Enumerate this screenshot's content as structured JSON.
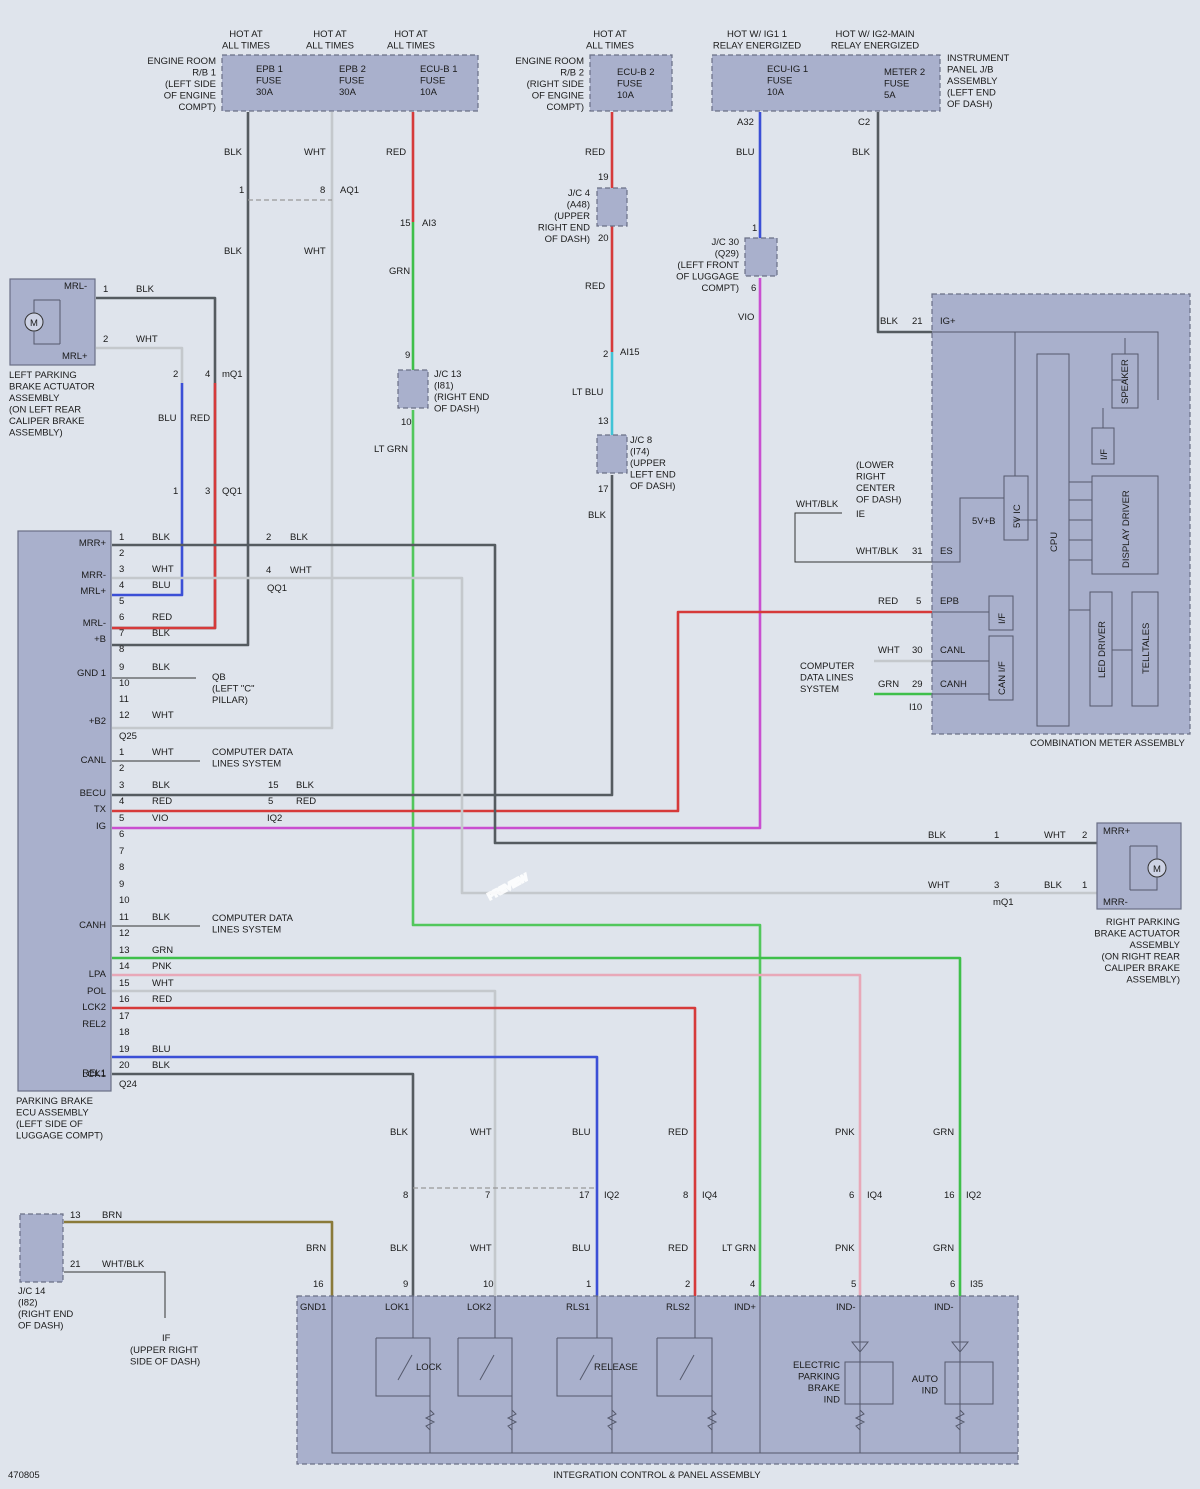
{
  "colors": {
    "BLK": "#555b60",
    "WHT": "#c4c8cc",
    "RED": "#d63a3a",
    "BLU": "#3b4fd6",
    "GRN": "#3fbf4a",
    "LTGRN": "#52c75c",
    "LTBLU": "#41c3d6",
    "VIO": "#c94fd0",
    "PNK": "#e8a8b8",
    "BRN": "#8a7a3a"
  },
  "doc_id": "470805",
  "watermark": "PREVIEW",
  "fuses_left": {
    "engine_rb1": "ENGINE ROOM|R/B 1|(LEFT SIDE|OF ENGINE|COMPT)",
    "hot_at_all_times": "HOT AT|ALL TIMES",
    "epb1": "EPB 1|FUSE|30A",
    "epb2": "EPB 2|FUSE|30A",
    "ecub1": "ECU-B 1|FUSE|10A"
  },
  "fuses_mid": {
    "engine_rb2": "ENGINE ROOM|R/B 2|(RIGHT SIDE|OF ENGINE|COMPT)",
    "ecub2": "ECU-B 2|FUSE|10A"
  },
  "fuses_right": {
    "hot_ig1": "HOT W/ IG1 1|RELAY ENERGIZED",
    "hot_ig2": "HOT W/ IG2-MAIN|RELAY ENERGIZED",
    "ecuig1": "ECU-IG 1|FUSE|10A",
    "meter2": "METER 2|FUSE|5A",
    "ip_jb": "INSTRUMENT|PANEL J/B|ASSEMBLY|(LEFT END|OF DASH)",
    "pin_a32": "A32",
    "pin_c2": "C2"
  },
  "junctions": {
    "jc4": "J/C 4|(A48)|(UPPER|RIGHT END|OF DASH)",
    "jc30": "J/C 30|(Q29)|(LEFT FRONT|OF LUGGAGE|COMPT)",
    "jc13": "J/C 13|(I81)|(RIGHT END|OF DASH)",
    "jc8": "J/C 8|(I74)|(UPPER|LEFT END|OF DASH)",
    "jc14": "J/C 14|(I82)|(RIGHT END|OF DASH)"
  },
  "connectors": {
    "aq1": "AQ1",
    "ai3": "AI3",
    "ai15": "AI15",
    "mq1": "mQ1",
    "qq1": "QQ1",
    "q25": "Q25",
    "iq2": "IQ2",
    "q24": "Q24",
    "i10": "I10",
    "iq4": "IQ4",
    "i35": "I35"
  },
  "left_actuator": {
    "label": "LEFT PARKING|BRAKE ACTUATOR|ASSEMBLY|(ON LEFT REAR|CALIPER BRAKE|ASSEMBLY)",
    "pin1": "MRL-",
    "pin2": "MRL+",
    "motor": "M"
  },
  "right_actuator": {
    "label": "RIGHT PARKING|BRAKE ACTUATOR|ASSEMBLY|(ON RIGHT REAR|CALIPER BRAKE|ASSEMBLY)",
    "pin1": "MRR+",
    "pin2": "MRR-",
    "motor": "M"
  },
  "ecu": {
    "label": "PARKING BRAKE|ECU ASSEMBLY|(LEFT SIDE OF|LUGGAGE COMPT)",
    "pins_q25": [
      {
        "n": "1",
        "sig": "MRR+",
        "color": "BLK"
      },
      {
        "n": "2",
        "sig": "",
        "color": ""
      },
      {
        "n": "3",
        "sig": "MRR-",
        "color": "WHT"
      },
      {
        "n": "4",
        "sig": "MRL+",
        "color": "BLU"
      },
      {
        "n": "5",
        "sig": "",
        "color": ""
      },
      {
        "n": "6",
        "sig": "MRL-",
        "color": "RED"
      },
      {
        "n": "7",
        "sig": "+B",
        "color": "BLK"
      },
      {
        "n": "8",
        "sig": "",
        "color": ""
      },
      {
        "n": "9",
        "sig": "GND 1",
        "color": "BLK"
      },
      {
        "n": "10",
        "sig": "",
        "color": ""
      },
      {
        "n": "11",
        "sig": "",
        "color": ""
      },
      {
        "n": "12",
        "sig": "+B2",
        "color": "WHT"
      }
    ],
    "pins_iq2": [
      {
        "n": "1",
        "sig": "CANL",
        "color": "WHT"
      },
      {
        "n": "2",
        "sig": "",
        "color": ""
      },
      {
        "n": "3",
        "sig": "BECU",
        "color": "BLK"
      },
      {
        "n": "4",
        "sig": "TX",
        "color": "RED"
      },
      {
        "n": "5",
        "sig": "IG",
        "color": "VIO"
      }
    ],
    "pins_q24": [
      {
        "n": "6",
        "sig": "",
        "color": ""
      },
      {
        "n": "7",
        "sig": "",
        "color": ""
      },
      {
        "n": "8",
        "sig": "",
        "color": ""
      },
      {
        "n": "9",
        "sig": "",
        "color": ""
      },
      {
        "n": "10",
        "sig": "",
        "color": ""
      },
      {
        "n": "11",
        "sig": "CANH",
        "color": "BLK"
      },
      {
        "n": "12",
        "sig": "",
        "color": ""
      },
      {
        "n": "13",
        "sig": "",
        "color": "GRN"
      },
      {
        "n": "14",
        "sig": "LPA",
        "color": "PNK"
      },
      {
        "n": "15",
        "sig": "POL",
        "color": "WHT"
      },
      {
        "n": "16",
        "sig": "LCK2",
        "color": "RED"
      },
      {
        "n": "17",
        "sig": "REL2",
        "color": ""
      },
      {
        "n": "18",
        "sig": "",
        "color": ""
      },
      {
        "n": "19",
        "sig": "",
        "color": "BLU"
      },
      {
        "n": "20",
        "sig": "REL1",
        "color": "BLK"
      }
    ],
    "lck1": "LCK1",
    "gnd_conn": "QB|(LEFT \"C\"|PILLAR)",
    "computer_data_lines": "COMPUTER DATA|LINES SYSTEM"
  },
  "ecu_splices": {
    "mrr_plus": {
      "n": "2",
      "color": "BLK"
    },
    "mrr_minus": {
      "n": "4",
      "color": "WHT"
    },
    "becu": {
      "n": "15",
      "color": "BLK"
    },
    "tx": {
      "n": "5",
      "color": "RED"
    }
  },
  "meter": {
    "label": "COMBINATION METER ASSEMBLY",
    "pins": [
      {
        "n": "21",
        "sig": "IG+",
        "color": "BLK"
      },
      {
        "n": "31",
        "sig": "ES",
        "color": "WHT/BLK"
      },
      {
        "n": "5",
        "sig": "EPB",
        "color": "RED"
      },
      {
        "n": "30",
        "sig": "CANL",
        "color": "WHT"
      },
      {
        "n": "29",
        "sig": "CANH",
        "color": "GRN"
      }
    ],
    "ground": "(LOWER|RIGHT|CENTER|OF DASH)",
    "ground_id": "IE",
    "ground_color": "WHT/BLK",
    "blocks": {
      "speaker": "SPEAKER",
      "if1": "I/F",
      "display": "DISPLAY DRIVER",
      "vic": "5V IC",
      "v5b": "5V+B",
      "cpu": "CPU",
      "if2": "I/F",
      "canif": "CAN I/F",
      "led": "LED DRIVER",
      "tell": "TELLTALES"
    },
    "computer_data": "COMPUTER|DATA LINES|SYSTEM"
  },
  "panel": {
    "label": "INTEGRATION CONTROL & PANEL ASSEMBLY",
    "pins": [
      "GND1",
      "LOK1",
      "LOK2",
      "RLS1",
      "RLS2",
      "IND+",
      "IND-",
      "IND-"
    ],
    "lock": "LOCK",
    "release": "RELEASE",
    "epb_ind": "ELECTRIC|PARKING|BRAKE|IND",
    "auto_ind": "AUTO|IND"
  },
  "jc14_wires": {
    "pin13": "13",
    "brn": "BRN",
    "pin21": "21",
    "whtblk": "WHT/BLK",
    "ground_id": "IF",
    "ground_loc": "(UPPER RIGHT|SIDE OF DASH)"
  },
  "wire_labels": {
    "blk": "BLK",
    "wht": "WHT",
    "red": "RED",
    "blu": "BLU",
    "grn": "GRN",
    "ltgrn": "LT GRN",
    "ltblu": "LT BLU",
    "vio": "VIO",
    "pnk": "PNK",
    "brn": "BRN",
    "whtblk": "WHT/BLK"
  },
  "pins": {
    "p1": "1",
    "p2": "2",
    "p3": "3",
    "p4": "4",
    "p5": "5",
    "p6": "6",
    "p7": "7",
    "p8": "8",
    "p9": "9",
    "p10": "10",
    "p13": "13",
    "p15": "15",
    "p16": "16",
    "p17": "17",
    "p19": "19",
    "p20": "20",
    "p21": "21",
    "p30": "30",
    "p31": "31",
    "p29": "29"
  }
}
